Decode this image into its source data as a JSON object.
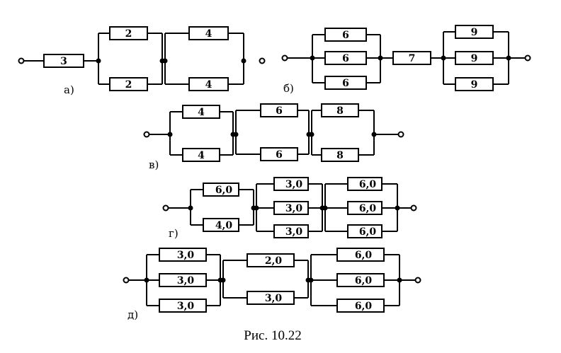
{
  "figure_caption": "Рис. 10.22",
  "circuits": [
    {
      "id": "a",
      "label": "а)",
      "stages": [
        {
          "type": "series",
          "resistors": [
            "3"
          ]
        },
        {
          "type": "parallel",
          "resistors": [
            "2",
            "2"
          ]
        },
        {
          "type": "parallel",
          "resistors": [
            "4",
            "4"
          ]
        }
      ]
    },
    {
      "id": "b",
      "label": "б)",
      "stages": [
        {
          "type": "parallel",
          "resistors": [
            "6",
            "6",
            "6"
          ]
        },
        {
          "type": "series",
          "resistors": [
            "7"
          ]
        },
        {
          "type": "parallel",
          "resistors": [
            "9",
            "9",
            "9"
          ]
        }
      ]
    },
    {
      "id": "v",
      "label": "в)",
      "stages": [
        {
          "type": "parallel",
          "resistors": [
            "4",
            "4"
          ]
        },
        {
          "type": "parallel",
          "resistors": [
            "6",
            "6"
          ]
        },
        {
          "type": "parallel",
          "resistors": [
            "8",
            "8"
          ]
        }
      ]
    },
    {
      "id": "g",
      "label": "г)",
      "stages": [
        {
          "type": "parallel",
          "resistors": [
            "6,0",
            "4,0"
          ]
        },
        {
          "type": "parallel",
          "resistors": [
            "3,0",
            "3,0",
            "3,0"
          ]
        },
        {
          "type": "parallel",
          "resistors": [
            "6,0",
            "6,0",
            "6,0"
          ]
        }
      ]
    },
    {
      "id": "d",
      "label": "д)",
      "stages": [
        {
          "type": "parallel",
          "resistors": [
            "3,0",
            "3,0",
            "3,0"
          ]
        },
        {
          "type": "parallel",
          "resistors": [
            "2,0",
            "3,0"
          ]
        },
        {
          "type": "parallel",
          "resistors": [
            "6,0",
            "6,0",
            "6,0"
          ]
        }
      ]
    }
  ]
}
